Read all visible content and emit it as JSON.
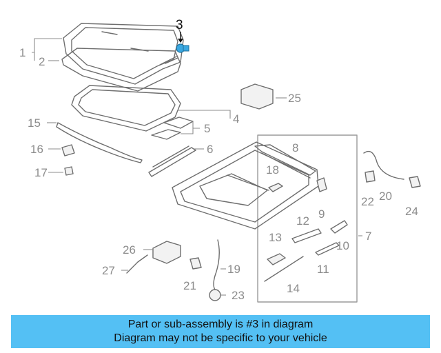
{
  "diagram": {
    "highlighted_part": "3",
    "highlight_color": "#3aa7e0",
    "callouts": [
      "1",
      "2",
      "3",
      "4",
      "5",
      "6",
      "7",
      "8",
      "9",
      "10",
      "11",
      "12",
      "13",
      "14",
      "15",
      "16",
      "17",
      "18",
      "19",
      "20",
      "21",
      "22",
      "23",
      "24",
      "25",
      "26",
      "27"
    ]
  },
  "caption": {
    "line1": "Part or sub-assembly is #3 in diagram",
    "line2": "Diagram may not be specific to your vehicle",
    "background": "#54c0f4"
  }
}
